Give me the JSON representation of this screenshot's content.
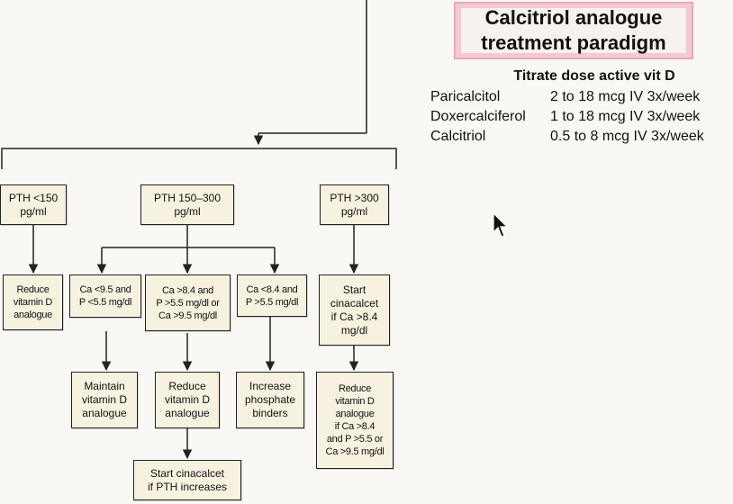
{
  "title": {
    "line1": "Calcitriol analogue",
    "line2": "treatment paradigm"
  },
  "dosing": {
    "heading": "Titrate dose active vit D",
    "rows": [
      {
        "drug": "Paricalcitol",
        "dose": "2 to 18 mcg IV 3x/week"
      },
      {
        "drug": "Doxercalciferol",
        "dose": "1 to 18 mcg IV 3x/week"
      },
      {
        "drug": "Calcitriol",
        "dose": "0.5 to 8 mcg IV 3x/week"
      }
    ]
  },
  "nodes": {
    "pth_low": [
      "PTH <150",
      "pg/ml"
    ],
    "pth_mid": [
      "PTH 150–300",
      "pg/ml"
    ],
    "pth_high": [
      "PTH >300",
      "pg/ml"
    ],
    "reduce_left": [
      "Reduce",
      "vitamin D",
      "analogue"
    ],
    "ca_low": [
      "Ca <9.5 and",
      "P <5.5 mg/dl"
    ],
    "ca_high": [
      "Ca >8.4 and",
      "P >5.5 mg/dl or",
      "Ca >9.5 mg/dl"
    ],
    "ca_low_p_high": [
      "Ca <8.4 and",
      "P >5.5 mg/dl"
    ],
    "start_cinacalcet": [
      "Start",
      "cinacalcet",
      "if Ca >8.4",
      "mg/dl"
    ],
    "maintain": [
      "Maintain",
      "vitamin D",
      "analogue"
    ],
    "reduce_mid": [
      "Reduce",
      "vitamin D",
      "analogue"
    ],
    "increase_binders": [
      "Increase",
      "phosphate",
      "binders"
    ],
    "reduce_right": [
      "Reduce",
      "vitamin D",
      "analogue",
      "if Ca >8.4",
      "and P >5.5 or",
      "Ca >9.5 mg/dl"
    ],
    "cinacalcet_pth": [
      "Start cinacalcet",
      "if PTH increases"
    ]
  },
  "colors": {
    "box_fill": "#f7f1df",
    "title_border": "#e9a9b9",
    "line": "#222222"
  }
}
